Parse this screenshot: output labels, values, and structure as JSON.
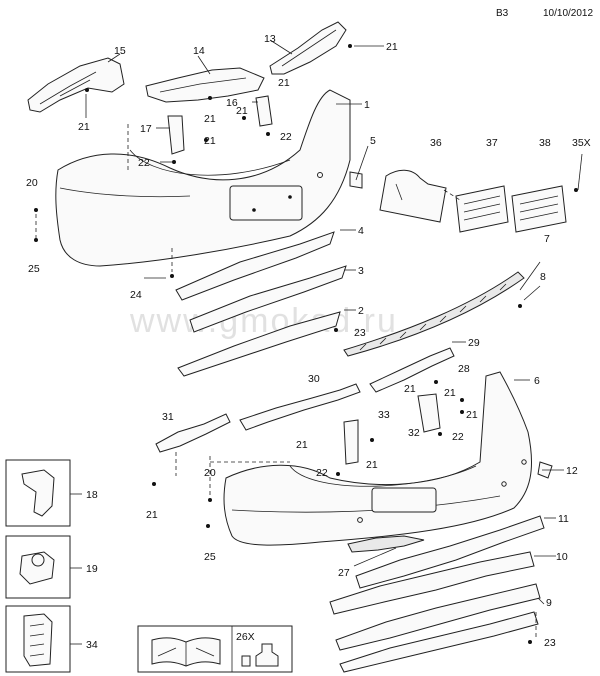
{
  "header": {
    "page_code": "B3",
    "date": "10/10/2012"
  },
  "watermark": "www.gmokad.ru",
  "callouts": {
    "c1": "1",
    "c2": "2",
    "c3": "3",
    "c4": "4",
    "c5": "5",
    "c6": "6",
    "c7": "7",
    "c8": "8",
    "c9": "9",
    "c10": "10",
    "c11": "11",
    "c12": "12",
    "c13": "13",
    "c14": "14",
    "c15": "15",
    "c16": "16",
    "c17": "17",
    "c19": "19",
    "c20": "20",
    "c21": "21",
    "c22": "22",
    "c23": "23",
    "c24": "24",
    "c25": "25",
    "c26x": "26X",
    "c27": "27",
    "c28": "28",
    "c29": "29",
    "c30": "30",
    "c31": "31",
    "c32": "32",
    "c33": "33",
    "c34": "34",
    "c35x": "35X",
    "c36": "36",
    "c37": "37",
    "c38": "38",
    "c18": "18"
  }
}
